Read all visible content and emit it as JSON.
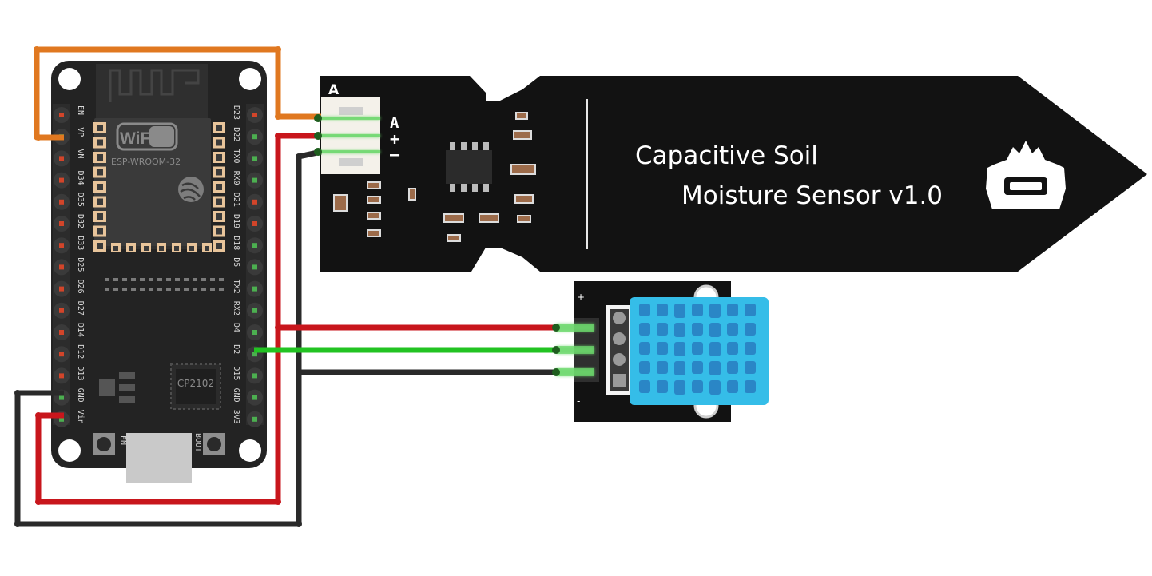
{
  "esp32": {
    "module_name": "ESP-WROOM-32",
    "wifi_logo": "WiFi",
    "usb_chip": "CP2102",
    "left_pins": [
      "EN",
      "VP",
      "VN",
      "D34",
      "D35",
      "D32",
      "D33",
      "D25",
      "D26",
      "D27",
      "D14",
      "D12",
      "D13",
      "GND",
      "Vin"
    ],
    "right_pins": [
      "D23",
      "D22",
      "TX0",
      "RX0",
      "D21",
      "D19",
      "D18",
      "D5",
      "TX2",
      "RX2",
      "D4",
      "D2",
      "D15",
      "GND",
      "3V3"
    ],
    "button_en": "EN",
    "button_boot": "BOOT"
  },
  "soil_sensor": {
    "title_line1": "Capacitive Soil",
    "title_line2": "Moisture Sensor v1.0",
    "corner_label": "A",
    "pin_labels": [
      "A",
      "+",
      "–"
    ],
    "logo_icon": "dfrobot-robot-icon"
  },
  "dht_module": {
    "plus_label": "+",
    "minus_label": "-"
  },
  "colors": {
    "board": "#222222",
    "orange_wire": "#e07820",
    "red_wire": "#c8161c",
    "green_wire": "#22c322",
    "black_wire": "#2a2a2a",
    "dht_body": "#35bde8",
    "pad": "#e8c49a"
  }
}
